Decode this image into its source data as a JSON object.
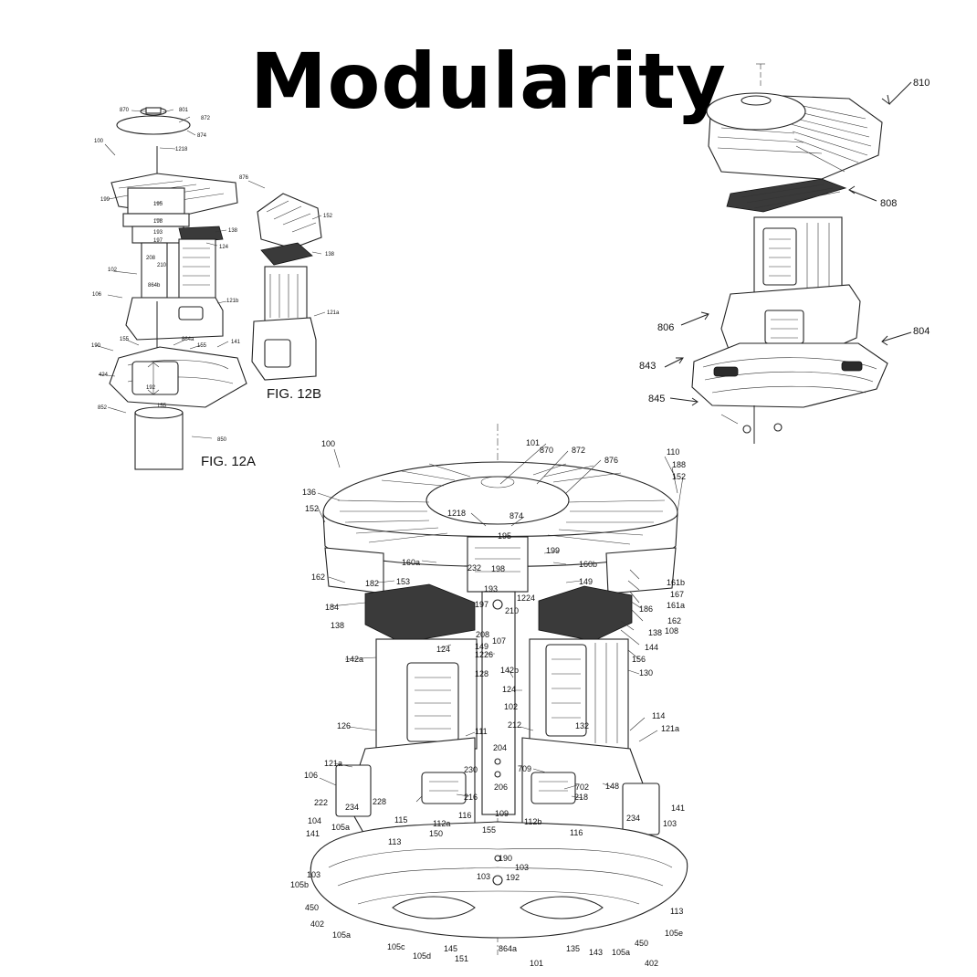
{
  "title": "Modularity",
  "figures": {
    "fig12a": {
      "caption": "FIG. 12A",
      "labels": [
        "870",
        "801",
        "872",
        "874",
        "100",
        "1218",
        "199",
        "195",
        "198",
        "193",
        "197",
        "138",
        "124",
        "208",
        "210",
        "102",
        "864b",
        "106",
        "121b",
        "190",
        "155",
        "864a",
        "155",
        "141",
        "424",
        "192",
        "852",
        "155",
        "850"
      ]
    },
    "fig12b": {
      "caption": "FIG. 12B",
      "labels": [
        "876",
        "152",
        "138",
        "121a"
      ]
    },
    "modular_view": {
      "labels": [
        "810",
        "808",
        "806",
        "804",
        "843",
        "845"
      ]
    },
    "main_view": {
      "labels": [
        "100",
        "101",
        "870",
        "872",
        "876",
        "110",
        "188",
        "152",
        "136",
        "152",
        "1218",
        "874",
        "195",
        "199",
        "160a",
        "232",
        "198",
        "160b",
        "162",
        "182",
        "153",
        "193",
        "149",
        "161b",
        "167",
        "161a",
        "184",
        "197",
        "1224",
        "210",
        "186",
        "162",
        "138",
        "208",
        "107",
        "138",
        "108",
        "149",
        "1226",
        "144",
        "142a",
        "124",
        "156",
        "128",
        "142b",
        "130",
        "124",
        "102",
        "126",
        "111",
        "212",
        "132",
        "114",
        "121a",
        "121a",
        "204",
        "709",
        "230",
        "106",
        "228",
        "216",
        "206",
        "702",
        "218",
        "148",
        "222",
        "234",
        "109",
        "112a",
        "112b",
        "234",
        "141",
        "104",
        "105a",
        "115",
        "150",
        "113",
        "116",
        "155",
        "116",
        "103",
        "141",
        "190",
        "103",
        "103",
        "105b",
        "192",
        "103",
        "450",
        "113",
        "402",
        "105a",
        "105c",
        "105d",
        "145",
        "151",
        "864a",
        "135",
        "143",
        "105a",
        "450",
        "105e",
        "101",
        "402"
      ]
    }
  }
}
